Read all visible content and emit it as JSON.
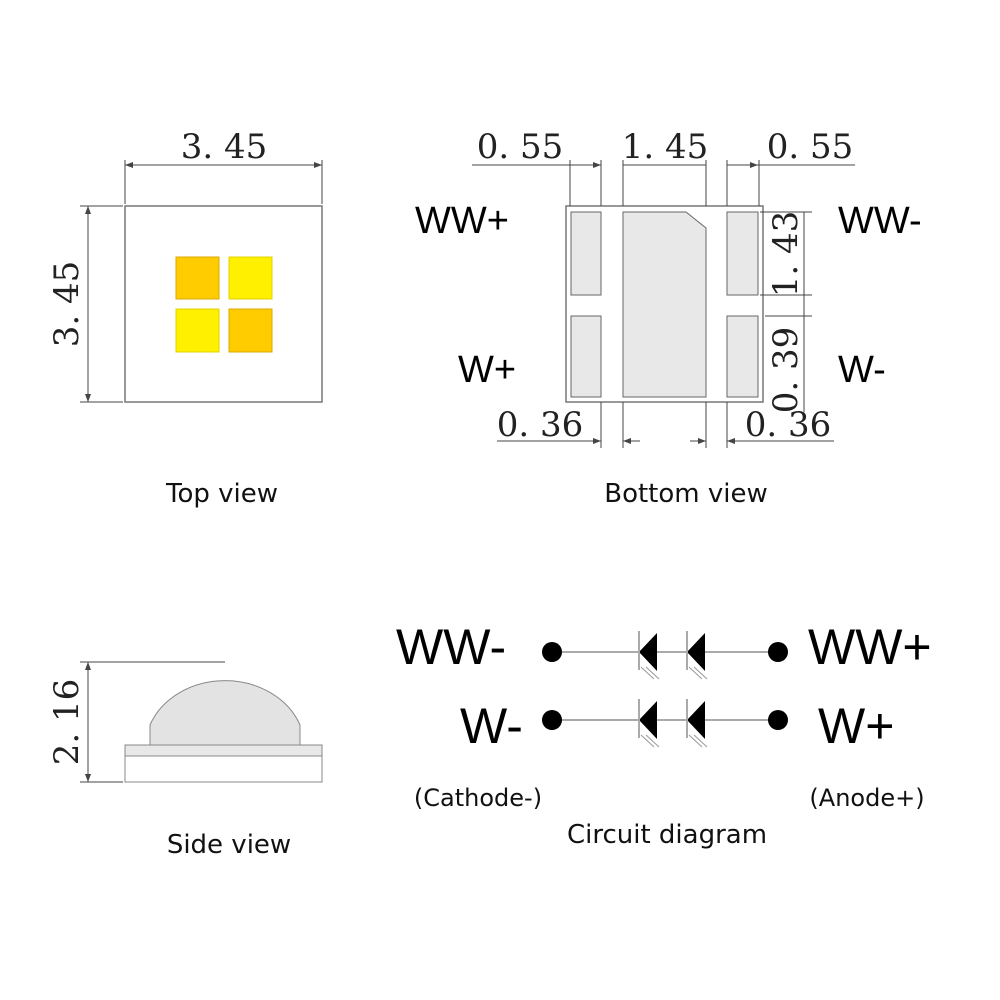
{
  "top_view": {
    "caption": "Top view",
    "width_dim": "3. 45",
    "height_dim": "3. 45",
    "chip_colors": {
      "warm": "#FFCC00",
      "cool": "#FFF000"
    }
  },
  "bottom_view": {
    "caption": "Bottom view",
    "dims": {
      "left_pad_w": "0. 55",
      "center_pad_w": "1. 45",
      "right_pad_w": "0. 55",
      "pad_h": "1. 43",
      "gap": "0. 39",
      "gap_left": "0. 36",
      "gap_right": "0. 36"
    },
    "pins": {
      "tl": "WW+",
      "tr": "WW-",
      "bl": "W+",
      "br": "W-"
    }
  },
  "side_view": {
    "caption": "Side view",
    "height_dim": "2. 16"
  },
  "circuit": {
    "caption": "Circuit diagram",
    "row1_left": "WW-",
    "row1_right": "WW+",
    "row2_left": "W-",
    "row2_right": "W+",
    "cathode": "(Cathode-)",
    "anode": "(Anode+)"
  }
}
